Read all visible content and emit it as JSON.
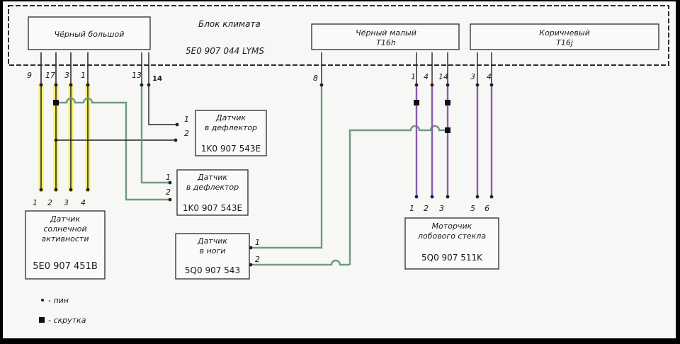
{
  "climate_unit": {
    "title": "Блок климата",
    "code": "5E0 907 044 LYMS",
    "connectors": [
      {
        "label": "Чёрный большой",
        "sub": ""
      },
      {
        "label": "Чёрный малый",
        "sub": "T16h"
      },
      {
        "label": "Коричневый",
        "sub": "T16j"
      }
    ],
    "pins_big": [
      "9",
      "17",
      "3",
      "1",
      "13",
      "14"
    ],
    "pin_small": "8",
    "pins_small_right": [
      "1",
      "4",
      "14"
    ],
    "pins_brown": [
      "3",
      "4"
    ]
  },
  "sensor_deflector_1": {
    "line1": "Датчик",
    "line2": "в дефлектор",
    "code": "1K0 907 543E",
    "pins": [
      "1",
      "2"
    ]
  },
  "sensor_deflector_2": {
    "line1": "Датчик",
    "line2": "в дефлектор",
    "code": "1K0 907 543E",
    "pins": [
      "1",
      "2"
    ]
  },
  "sensor_sun": {
    "line1": "Датчик",
    "line2": "солнечной",
    "line3": "активности",
    "code": "5E0 907 451B",
    "pins": [
      "1",
      "2",
      "3",
      "4"
    ]
  },
  "sensor_feet": {
    "line1": "Датчик",
    "line2": "в ноги",
    "code": "5Q0 907 543",
    "pins": [
      "1",
      "2"
    ]
  },
  "motor": {
    "line1": "Моторчик",
    "line2": "лобового стекла",
    "code": "5Q0 907 511K",
    "pins": [
      "1",
      "2",
      "3",
      "5",
      "6"
    ]
  },
  "legend": [
    {
      "symbol": "dot",
      "text": "- пин"
    },
    {
      "symbol": "square",
      "text": "- скрутка"
    }
  ],
  "colors": {
    "yellow": "#f3ef5a",
    "violet": "#8a5ab0",
    "green": "#6e9a86",
    "paper": "#fafafa"
  }
}
